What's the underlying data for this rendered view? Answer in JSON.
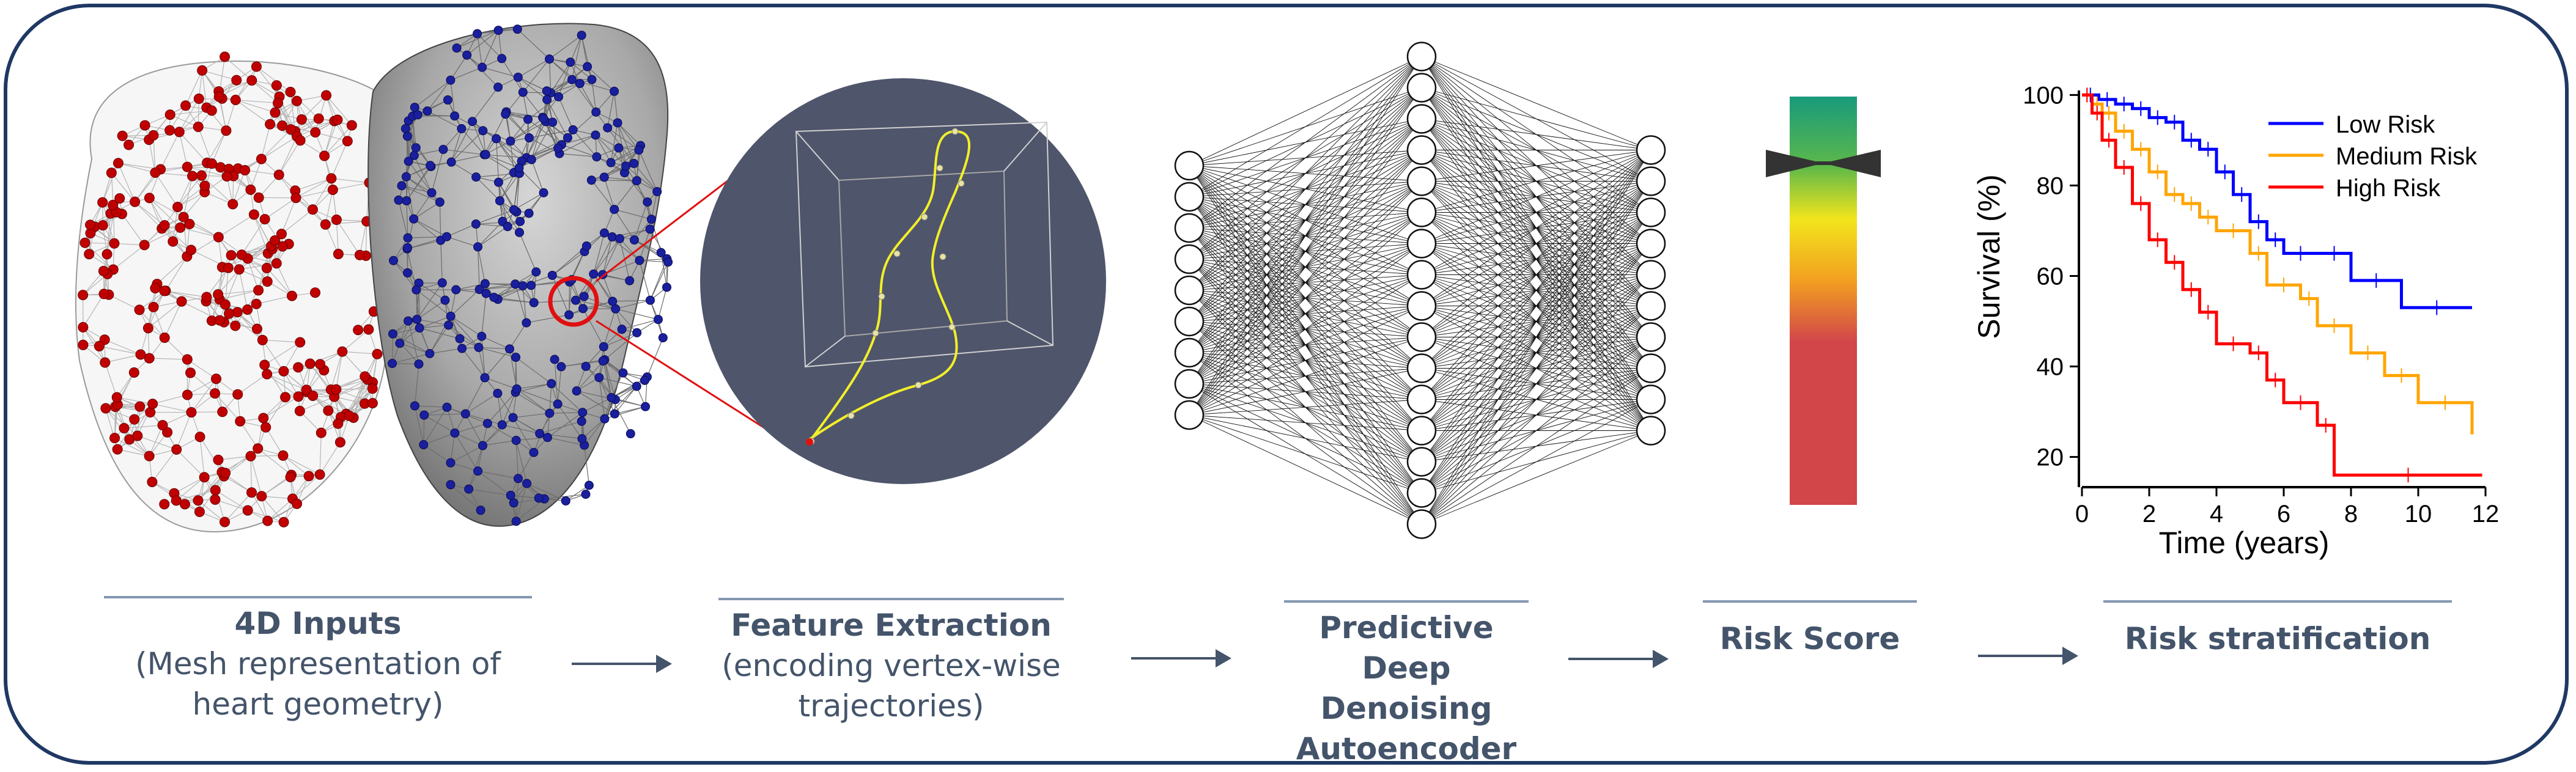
{
  "stages": [
    {
      "title": "4D Inputs",
      "subtitle_line1": "(Mesh representation of",
      "subtitle_line2": "heart geometry)"
    },
    {
      "title": "Feature Extraction",
      "subtitle_line1": "(encoding vertex-wise",
      "subtitle_line2": "trajectories)"
    },
    {
      "title_line1": "Predictive Deep",
      "title_line2": "Denoising",
      "title_line3": "Autoencoder"
    },
    {
      "title": "Risk Score"
    },
    {
      "title": "Risk stratification"
    }
  ],
  "colors": {
    "frame": "#1f3864",
    "label_text": "#44546a",
    "mesh_red": "#c00000",
    "mesh_blue": "#1a1f9e",
    "circle_bg": "#4f556b",
    "trajectory": "#f2ef2a",
    "low_risk": "#0000ff",
    "medium_risk": "#ffa500",
    "high_risk": "#ff0000"
  },
  "network": {
    "layers": [
      9,
      16,
      10
    ]
  },
  "chart_data": {
    "type": "line",
    "xlabel": "Time (years)",
    "ylabel": "Survival (%)",
    "xlim": [
      0,
      12
    ],
    "ylim": [
      14,
      101
    ],
    "xticks": [
      0,
      2,
      4,
      6,
      8,
      10,
      12
    ],
    "yticks": [
      20,
      40,
      60,
      80,
      100
    ],
    "legend_position": "top-right",
    "series": [
      {
        "name": "Low Risk",
        "color": "#0000ff",
        "x": [
          0,
          0.5,
          1.0,
          1.5,
          2.0,
          2.5,
          3.0,
          3.5,
          4.0,
          4.5,
          5.0,
          5.5,
          6.0,
          7.0,
          8.0,
          9.5,
          11.6
        ],
        "y": [
          100,
          99,
          98,
          97,
          95,
          94,
          90,
          88,
          83,
          78,
          72,
          68,
          65,
          65,
          59,
          53,
          53
        ]
      },
      {
        "name": "Medium Risk",
        "color": "#ffa500",
        "x": [
          0,
          0.3,
          0.6,
          1.0,
          1.5,
          2.0,
          2.5,
          3.0,
          3.5,
          4.0,
          5.0,
          5.5,
          6.5,
          7.0,
          8.0,
          9.0,
          10.0,
          11.6
        ],
        "y": [
          100,
          98,
          96,
          92,
          88,
          83,
          78,
          76,
          73,
          70,
          65,
          58,
          55,
          49,
          43,
          38,
          32,
          25
        ]
      },
      {
        "name": "High Risk",
        "color": "#ff0000",
        "x": [
          0,
          0.3,
          0.6,
          1.0,
          1.5,
          2.0,
          2.5,
          3.0,
          3.5,
          4.0,
          5.0,
          5.5,
          6.0,
          7.0,
          7.5,
          11.9
        ],
        "y": [
          100,
          96,
          90,
          84,
          76,
          68,
          63,
          57,
          52,
          45,
          43,
          37,
          32,
          27,
          16,
          16
        ]
      }
    ]
  }
}
